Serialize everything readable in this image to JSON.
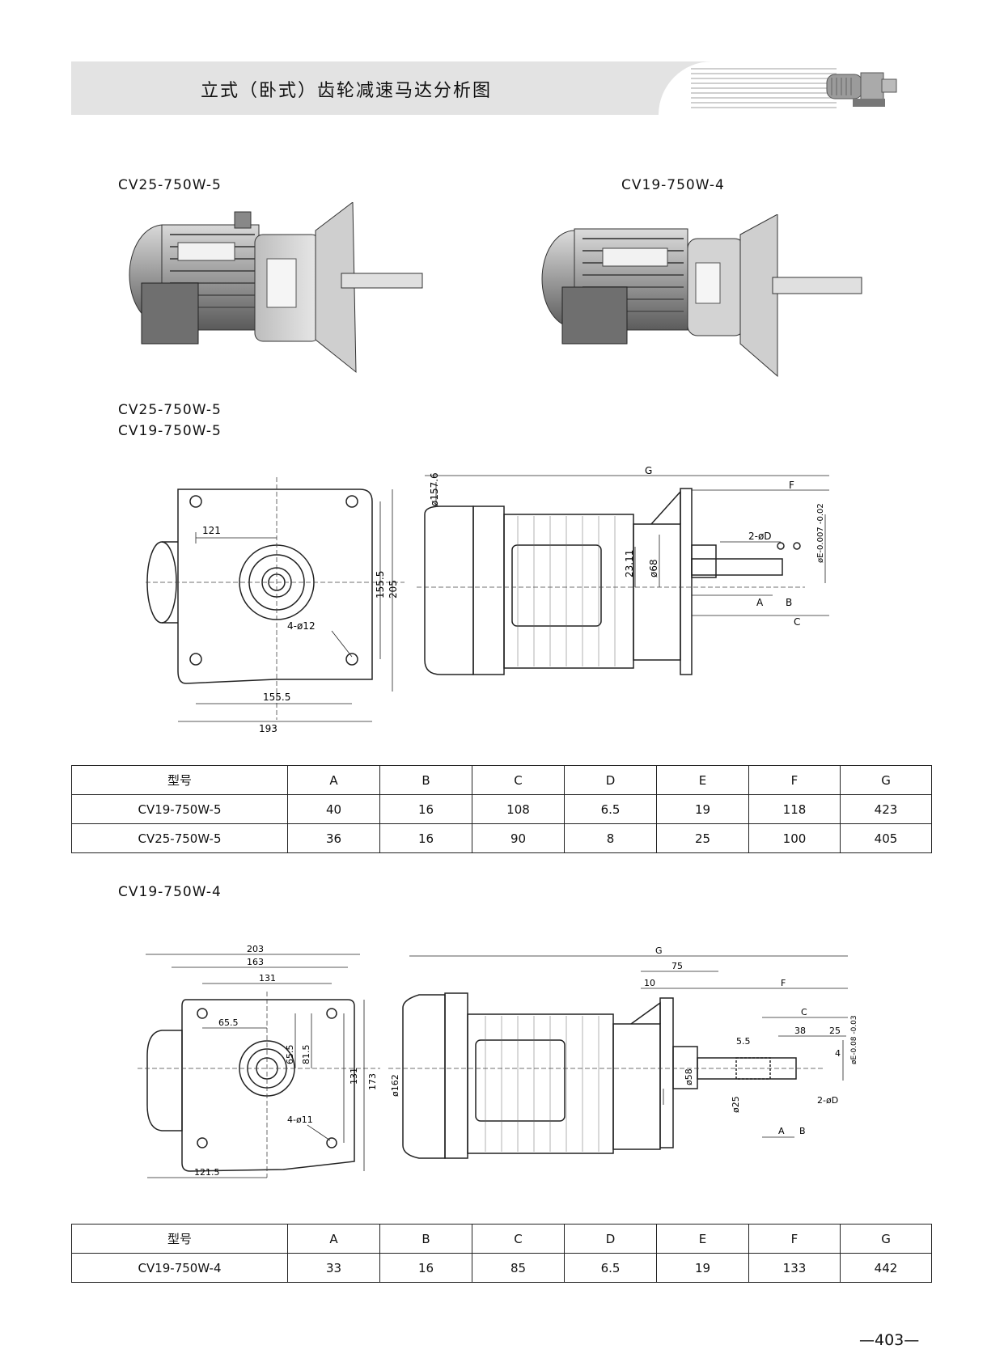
{
  "header": {
    "title": "立式（卧式）齿轮减速马达分析图"
  },
  "section1": {
    "photo_label_left": "CV25-750W-5",
    "photo_label_right": "CV19-750W-4",
    "drawing_labels": [
      "CV25-750W-5",
      "CV19-750W-5"
    ],
    "front_dims": [
      "121",
      "155.5",
      "205",
      "4-ø12",
      "155.5",
      "193"
    ],
    "side_dims": [
      "G",
      "F",
      "ø157.6",
      "2-øD",
      "øE-0.007 -0.02",
      "23.11",
      "ø68",
      "A",
      "B",
      "C"
    ]
  },
  "table1": {
    "headers": [
      "型号",
      "A",
      "B",
      "C",
      "D",
      "E",
      "F",
      "G"
    ],
    "rows": [
      [
        "CV19-750W-5",
        "40",
        "16",
        "108",
        "6.5",
        "19",
        "118",
        "423"
      ],
      [
        "CV25-750W-5",
        "36",
        "16",
        "90",
        "8",
        "25",
        "100",
        "405"
      ]
    ]
  },
  "section2": {
    "title": "CV19-750W-4",
    "front_dims": [
      "203",
      "163",
      "131",
      "65.5",
      "65.5",
      "81.5",
      "131",
      "173",
      "4-ø11",
      "121.5"
    ],
    "side_dims": [
      "G",
      "75",
      "10",
      "F",
      "C",
      "38",
      "25",
      "5.5",
      "4",
      "øE-0.08 -0.03",
      "ø58",
      "ø162",
      "ø25",
      "2-øD",
      "A",
      "B"
    ]
  },
  "table2": {
    "headers": [
      "型号",
      "A",
      "B",
      "C",
      "D",
      "E",
      "F",
      "G"
    ],
    "rows": [
      [
        "CV19-750W-4",
        "33",
        "16",
        "85",
        "6.5",
        "19",
        "133",
        "442"
      ]
    ]
  },
  "page_number": "—403—"
}
